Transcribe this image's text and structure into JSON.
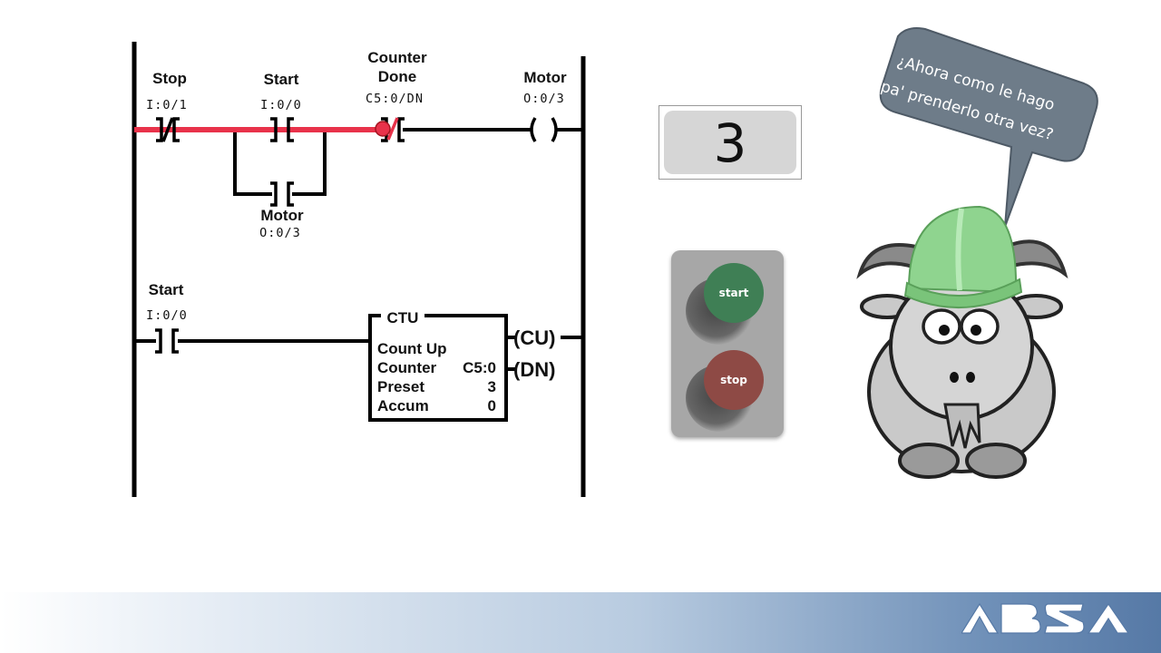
{
  "rung1": {
    "stop": {
      "label": "Stop",
      "address": "I:0/1"
    },
    "start": {
      "label": "Start",
      "address": "I:0/0"
    },
    "counter_done": {
      "label_line1": "Counter",
      "label_line2": "Done",
      "address": "C5:0/DN"
    },
    "motor_coil": {
      "label": "Motor",
      "address": "O:0/3",
      "symbol": "(  )"
    },
    "branch_motor": {
      "label": "Motor",
      "address": "O:0/3"
    }
  },
  "rung2": {
    "start": {
      "label": "Start",
      "address": "I:0/0"
    },
    "ctu": {
      "title": "CTU",
      "type_label": "Count Up",
      "counter_label": "Counter",
      "counter_value": "C5:0",
      "preset_label": "Preset",
      "preset_value": "3",
      "accum_label": "Accum",
      "accum_value": "0"
    },
    "cu_coil": "(CU)",
    "dn_coil": "(DN)"
  },
  "display": {
    "value": "3"
  },
  "panel": {
    "start_label": "start",
    "stop_label": "stop"
  },
  "speech": {
    "line1": "¿Ahora como le hago",
    "line2": "pa' prenderlo otra vez?"
  },
  "colors": {
    "energized": "#e8324a",
    "rail": "#000000"
  }
}
